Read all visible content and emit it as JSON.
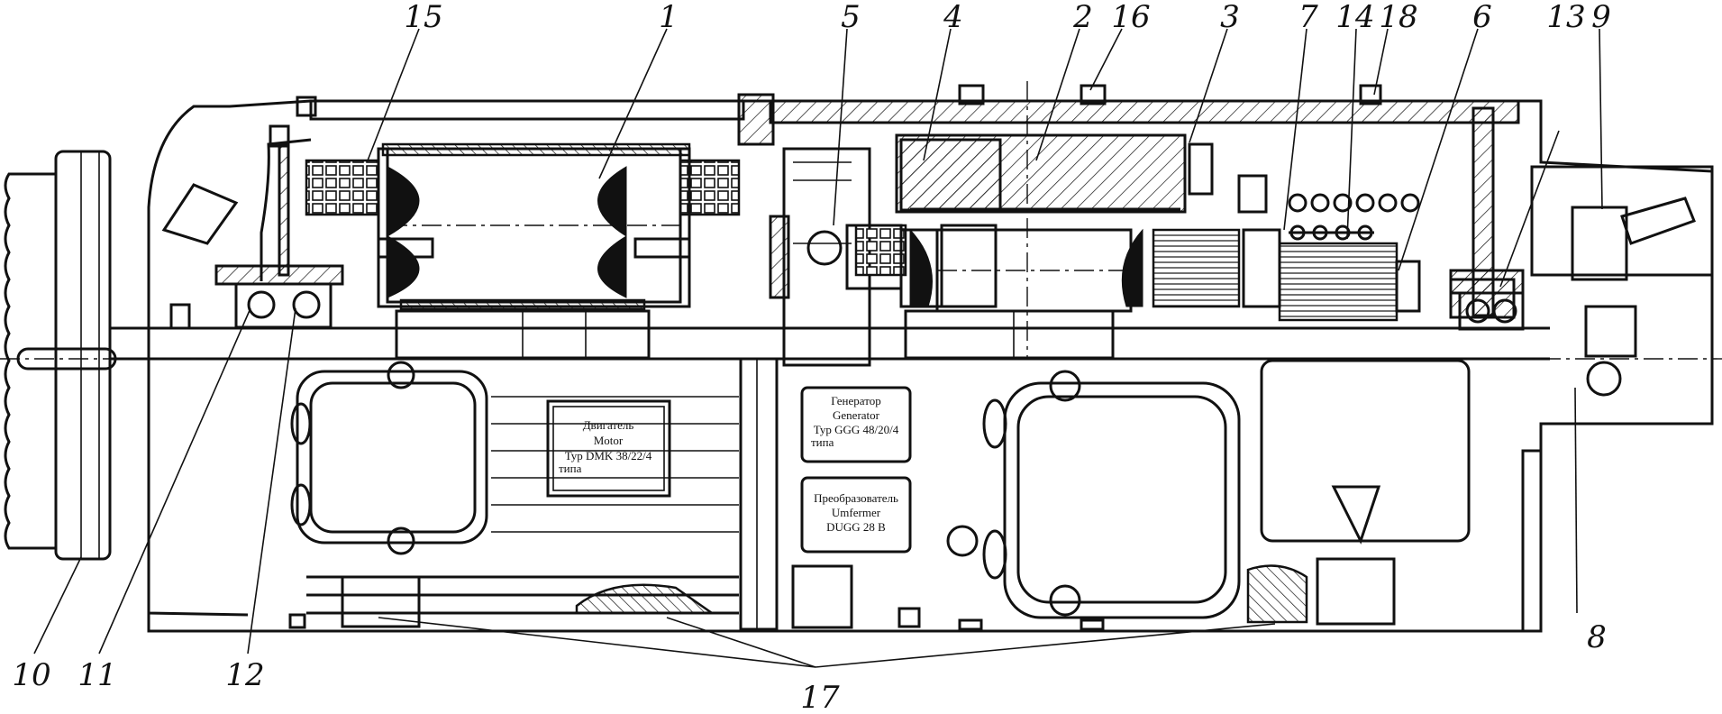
{
  "labels": [
    {
      "id": "15",
      "text": "15"
    },
    {
      "id": "1",
      "text": "1"
    },
    {
      "id": "5",
      "text": "5"
    },
    {
      "id": "4",
      "text": "4"
    },
    {
      "id": "2",
      "text": "2"
    },
    {
      "id": "16",
      "text": "16"
    },
    {
      "id": "3",
      "text": "3"
    },
    {
      "id": "7",
      "text": "7"
    },
    {
      "id": "14",
      "text": "14"
    },
    {
      "id": "18",
      "text": "18"
    },
    {
      "id": "6",
      "text": "6"
    },
    {
      "id": "13",
      "text": "13"
    },
    {
      "id": "9",
      "text": "9"
    },
    {
      "id": "10",
      "text": "10"
    },
    {
      "id": "11",
      "text": "11"
    },
    {
      "id": "12",
      "text": "12"
    },
    {
      "id": "17",
      "text": "17"
    },
    {
      "id": "8",
      "text": "8"
    }
  ],
  "plates": {
    "motor": {
      "line1": "Двигатель",
      "line2": "Motor",
      "line3": "Typ DMK 38/22/4",
      "line4": "типа"
    },
    "generator": {
      "line1": "Генератор",
      "line2": "Generator",
      "line3": "Typ GGG 48/20/4",
      "line4": "типа"
    },
    "converter": {
      "line1": "Преобразователь",
      "line2": "Umfermer",
      "line3": "DUGG 28 B"
    }
  }
}
